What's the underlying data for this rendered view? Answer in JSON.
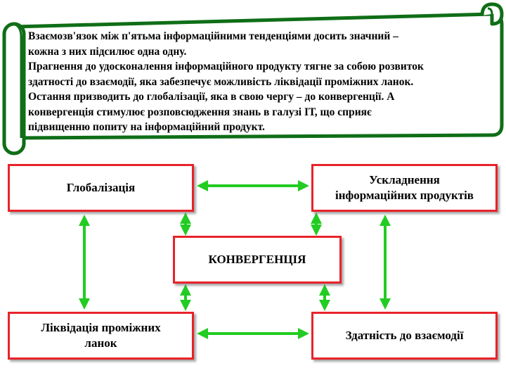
{
  "colors": {
    "scroll_border": "#0f6e17",
    "scroll_fill": "#ffffff",
    "box_border": "#e8232a",
    "arrow": "#22cc22",
    "text": "#000000"
  },
  "scroll": {
    "lines": [
      "Взаємозв'язок між п'ятьма інформаційними тенденціями досить значний –",
      "кожна з них підсилює одна одну.",
      "Прагнення до удосконалення інформаційного продукту тягне за собою розвиток",
      "здатності до взаємодії, яка забезпечує можливість ліквідації проміжних ланок.",
      "Остання призводить до глобалізації, яка в свою чергу – до конвергенції. А",
      "конвергенція стимулює розповсюдження знань в галузі ІТ, що сприяє",
      "підвищенню попиту на інформаційний продукт."
    ]
  },
  "nodes": {
    "globalization": "Глобалізація",
    "complication_line1": "Ускладнення",
    "complication_line2": "інформаційних продуктів",
    "convergence": "КОНВЕРГЕНЦІЯ",
    "liquidation_line1": "Ліквідація проміжних",
    "liquidation_line2": "ланок",
    "interaction": "Здатність до взаємодії"
  },
  "edges": [
    {
      "from": "globalization",
      "to": "complication",
      "direction": "both"
    },
    {
      "from": "globalization",
      "to": "liquidation",
      "direction": "both"
    },
    {
      "from": "complication",
      "to": "interaction",
      "direction": "both"
    },
    {
      "from": "liquidation",
      "to": "interaction",
      "direction": "both"
    },
    {
      "from": "globalization",
      "to": "convergence",
      "direction": "both"
    },
    {
      "from": "complication",
      "to": "convergence",
      "direction": "both"
    },
    {
      "from": "liquidation",
      "to": "convergence",
      "direction": "both"
    },
    {
      "from": "interaction",
      "to": "convergence",
      "direction": "both"
    }
  ]
}
